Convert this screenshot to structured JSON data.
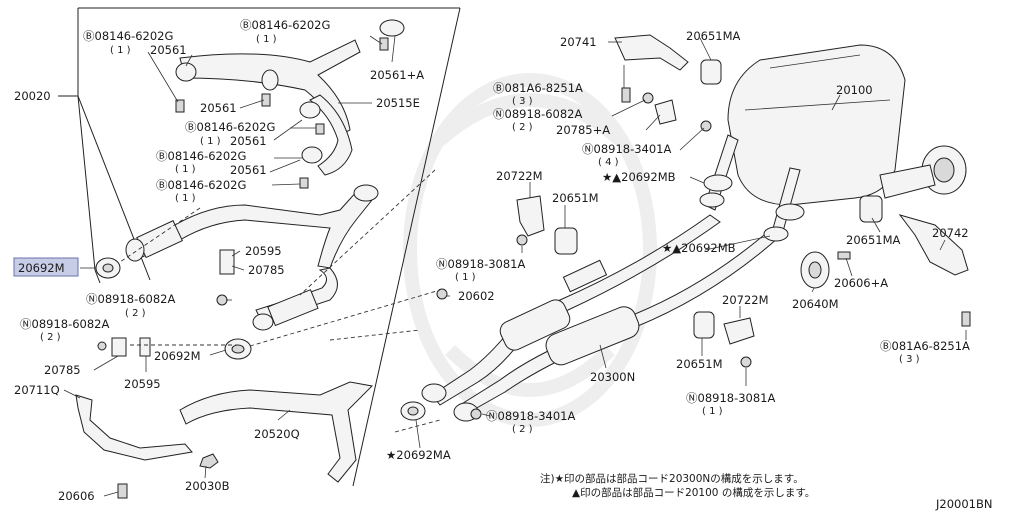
{
  "diagram_code": "J20001BN",
  "notes": {
    "line1": "注)★印の部品は部品コード20300Nの構成を示します。",
    "line2": "▲印の部品は部品コード20100 の構成を示します。"
  },
  "labels": {
    "l_08146_top_left": "Ⓑ08146-6202G",
    "l_qty_1_a": "( 1 )",
    "l_20561_a": "20561",
    "l_20020": "20020",
    "l_08146_top_mid": "Ⓑ08146-6202G",
    "l_qty_1_b": "( 1 )",
    "l_20561_plus_a": "20561+A",
    "l_20561_b": "20561",
    "l_20515E": "20515E",
    "l_08146_mid": "Ⓑ08146-6202G",
    "l_qty_1_c": "( 1 )",
    "l_20561_c": "20561",
    "l_08146_low": "Ⓑ08146-6202G",
    "l_qty_1_d": "( 1 )",
    "l_20561_d": "20561",
    "l_08146_lowest": "Ⓑ08146-6202G",
    "l_qty_1_e": "( 1 )",
    "l_20692M_left": "20692M",
    "l_20595_a": "20595",
    "l_20785_a": "20785",
    "l_08918_6082A_a": "Ⓝ08918-6082A",
    "l_qty_2_a": "( 2 )",
    "l_20602": "20602",
    "l_08918_6082A_b": "Ⓝ08918-6082A",
    "l_qty_2_b": "( 2 )",
    "l_20785_b": "20785",
    "l_20595_b": "20595",
    "l_20692M_mid": "20692M",
    "l_20711Q": "20711Q",
    "l_20520Q": "20520Q",
    "l_20030B": "20030B",
    "l_20606": "20606",
    "l_20741": "20741",
    "l_20651MA_top": "20651MA",
    "l_081A6_top": "Ⓑ081A6-8251A",
    "l_qty_3_a": "( 3 )",
    "l_08918_6082A_c": "Ⓝ08918-6082A",
    "l_qty_2_c": "( 2 )",
    "l_20785_plus_a": "20785+A",
    "l_20100": "20100",
    "l_08918_3401A_top": "Ⓝ08918-3401A",
    "l_qty_4": "( 4 )",
    "l_20692MB_top": "★▲20692MB",
    "l_20722M_top": "20722M",
    "l_20651M_top": "20651M",
    "l_20692MB_mid": "★▲20692MB",
    "l_20651MA_right": "20651MA",
    "l_20742": "20742",
    "l_08918_3081A_top": "Ⓝ08918-3081A",
    "l_qty_1_f": "( 1 )",
    "l_20606_plus_a": "20606+A",
    "l_20640M": "20640M",
    "l_20722M_bot": "20722M",
    "l_081A6_bot": "Ⓑ081A6-8251A",
    "l_qty_3_b": "( 3 )",
    "l_20300N": "20300N",
    "l_20651M_bot": "20651M",
    "l_08918_3081A_bot": "Ⓝ08918-3081A",
    "l_qty_1_g": "( 1 )",
    "l_08918_3401A_bot": "Ⓝ08918-3401A",
    "l_qty_2_d": "( 2 )",
    "l_20692MA": "★20692MA"
  },
  "colors": {
    "highlight_fill": "#c7cde6",
    "highlight_stroke": "#6a73a8",
    "line": "#222222"
  }
}
